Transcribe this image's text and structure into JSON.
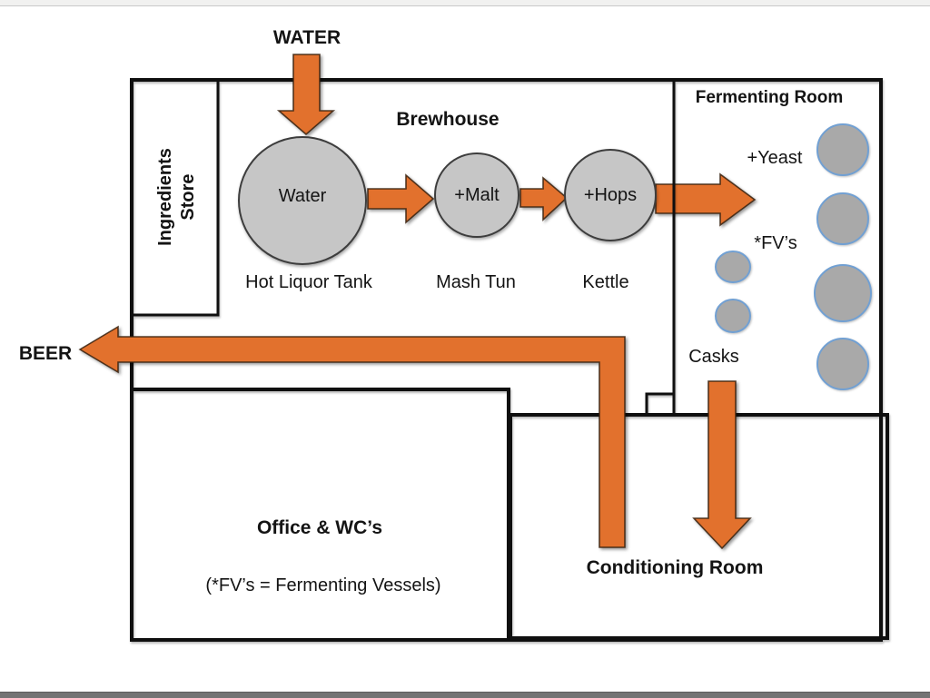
{
  "page": {
    "background": "#ffffff",
    "top_bar_color": "#f1f1f0",
    "bottom_bar_color": "#737373"
  },
  "colors": {
    "flow_orange": "#E2712D",
    "brewhouse_vessel_gray": "#C6C6C6",
    "fermenting_vessel_gray": "#A9A9A9",
    "fermenting_vessel_border_blue": "#71A0D3",
    "wall_black": "#0f0f0f"
  },
  "external_labels": {
    "water_in": "WATER",
    "beer_out": "BEER"
  },
  "rooms": {
    "ingredients_store": {
      "label_line1": "Ingredients",
      "label_line2": "Store"
    },
    "brewhouse": {
      "label": "Brewhouse"
    },
    "fermenting_room": {
      "label": "Fermenting Room",
      "yeast_label": "+Yeast",
      "fv_label": "*FV’s",
      "casks_label": "Casks"
    },
    "office": {
      "label": "Office & WC’s",
      "note": "(*FV’s = Fermenting Vessels)"
    },
    "conditioning_room": {
      "label": "Conditioning Room"
    }
  },
  "vessels": {
    "hot_liquor_tank": {
      "inner_label": "Water",
      "caption": "Hot Liquor Tank"
    },
    "mash_tun": {
      "inner_label": "+Malt",
      "caption": "Mash Tun"
    },
    "kettle": {
      "inner_label": "+Hops",
      "caption": "Kettle"
    }
  }
}
